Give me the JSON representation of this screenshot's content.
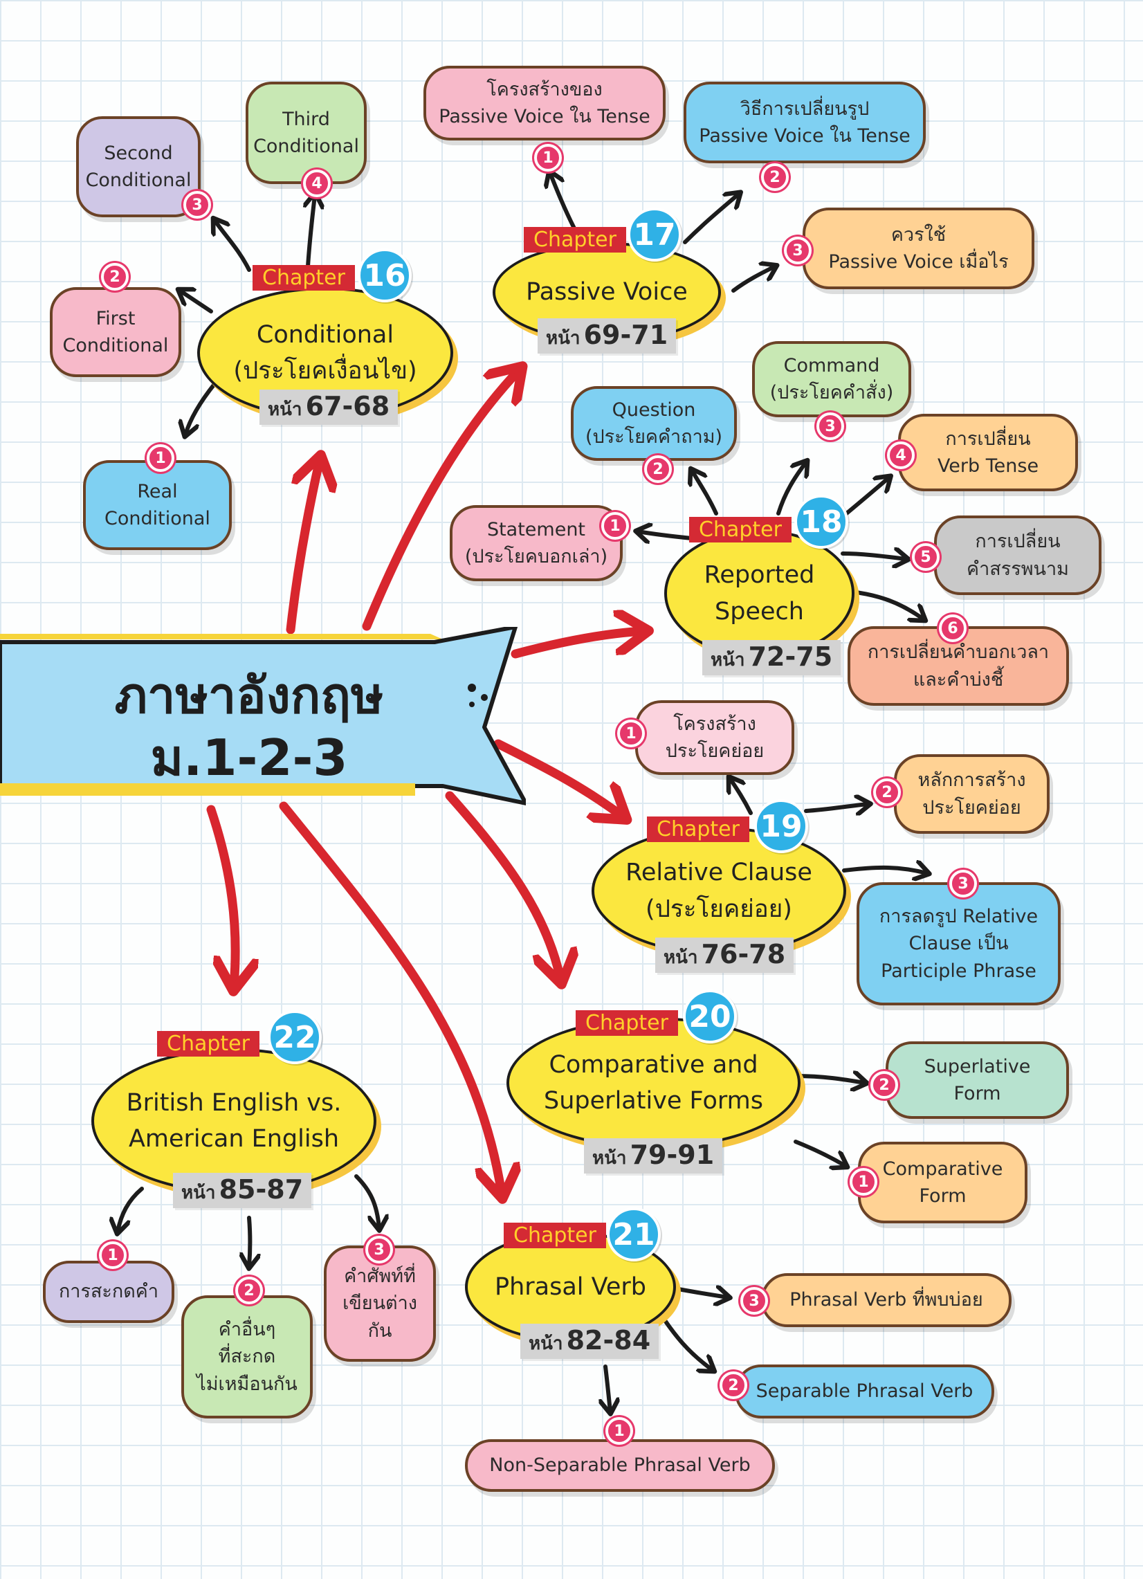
{
  "main_title": "ภาษาอังกฤษ\nม.1-2-3",
  "chapter_label": "Chapter",
  "page_label": "หน้า",
  "chapters": [
    {
      "num": "16",
      "title": "Conditional\n(ประโยคเงื่อนไข)",
      "pages": "67-68",
      "subs": [
        {
          "n": "1",
          "text": "Real\nConditional"
        },
        {
          "n": "2",
          "text": "First\nConditional"
        },
        {
          "n": "3",
          "text": "Second\nConditional"
        },
        {
          "n": "4",
          "text": "Third\nConditional"
        }
      ]
    },
    {
      "num": "17",
      "title": "Passive Voice",
      "pages": "69-71",
      "subs": [
        {
          "n": "1",
          "text": "โครงสร้างของ\nPassive Voice ใน Tense"
        },
        {
          "n": "2",
          "text": "วิธีการเปลี่ยนรูป\nPassive Voice ใน Tense"
        },
        {
          "n": "3",
          "text": "ควรใช้\nPassive Voice เมื่อไร"
        }
      ]
    },
    {
      "num": "18",
      "title": "Reported\nSpeech",
      "pages": "72-75",
      "subs": [
        {
          "n": "1",
          "text": "Statement\n(ประโยคบอกเล่า)"
        },
        {
          "n": "2",
          "text": "Question\n(ประโยคคำถาม)"
        },
        {
          "n": "3",
          "text": "Command\n(ประโยคคำสั่ง)"
        },
        {
          "n": "4",
          "text": "การเปลี่ยน\nVerb Tense"
        },
        {
          "n": "5",
          "text": "การเปลี่ยน\nคำสรรพนาม"
        },
        {
          "n": "6",
          "text": "การเปลี่ยนคำบอกเวลา\nและคำบ่งชี้"
        }
      ]
    },
    {
      "num": "19",
      "title": "Relative Clause\n(ประโยคย่อย)",
      "pages": "76-78",
      "subs": [
        {
          "n": "1",
          "text": "โครงสร้าง\nประโยคย่อย"
        },
        {
          "n": "2",
          "text": "หลักการสร้าง\nประโยคย่อย"
        },
        {
          "n": "3",
          "text": "การลดรูป Relative\nClause เป็น\nParticiple Phrase"
        }
      ]
    },
    {
      "num": "20",
      "title": "Comparative and\nSuperlative Forms",
      "pages": "79-91",
      "subs": [
        {
          "n": "1",
          "text": "Comparative\nForm"
        },
        {
          "n": "2",
          "text": "Superlative\nForm"
        }
      ]
    },
    {
      "num": "21",
      "title": "Phrasal Verb",
      "pages": "82-84",
      "subs": [
        {
          "n": "1",
          "text": "Non-Separable Phrasal Verb"
        },
        {
          "n": "2",
          "text": "Separable Phrasal Verb"
        },
        {
          "n": "3",
          "text": "Phrasal Verb ที่พบบ่อย"
        }
      ]
    },
    {
      "num": "22",
      "title": "British English vs.\nAmerican English",
      "pages": "85-87",
      "subs": [
        {
          "n": "1",
          "text": "การสะกดคำ"
        },
        {
          "n": "2",
          "text": "คำอื่นๆ\nที่สะกด\nไม่เหมือนกัน"
        },
        {
          "n": "3",
          "text": "คำศัพท์ที่\nเขียนต่างกัน"
        }
      ]
    }
  ],
  "colors": {
    "arrow_red": "#d8262e",
    "oval_yellow": "#fbe73f",
    "tag_red": "#d42a34",
    "num_blue": "#2fb1e6",
    "badge_pink": "#e6386b",
    "banner_blue": "#a6dcf5"
  }
}
